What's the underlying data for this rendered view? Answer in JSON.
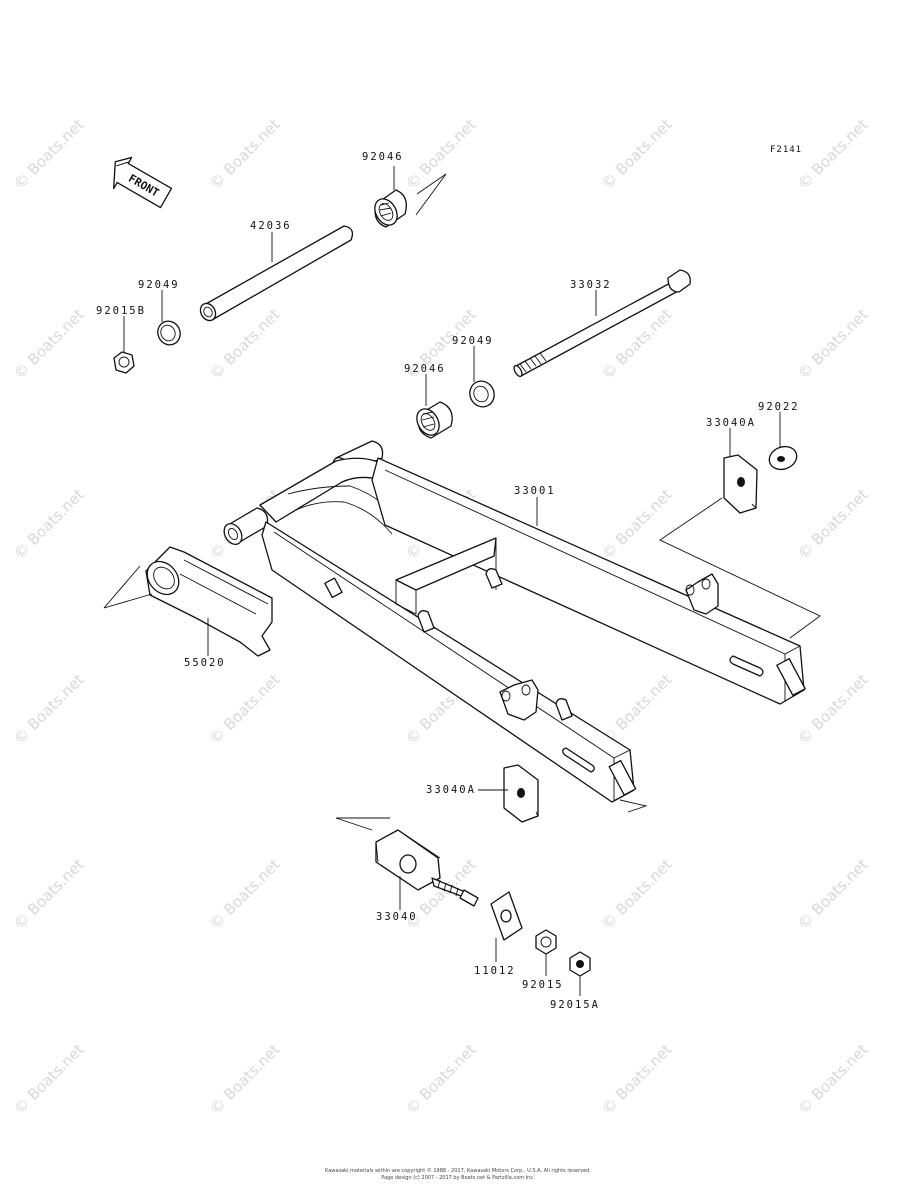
{
  "figure_code": "F2141",
  "front_arrow_label": "FRONT",
  "watermark_text": "© Boats.net",
  "copyright_lines": [
    "Kawasaki materials within are copyright © 1988 - 2017, Kawasaki Motors Corp., U.S.A.  All rights reserved.",
    "Page design (c) 2007 - 2017 by Boats.net & Partzilla.com Inc."
  ],
  "parts": {
    "p92046_top": "92046",
    "p42036": "42036",
    "p92049_left": "92049",
    "p92015B": "92015B",
    "p33032": "33032",
    "p92049_mid": "92049",
    "p92046_mid": "92046",
    "p92022": "92022",
    "p33040A_top": "33040A",
    "p33001": "33001",
    "p55020": "55020",
    "p33040A_bottom": "33040A",
    "p33040": "33040",
    "p11012": "11012",
    "p92015": "92015",
    "p92015A": "92015A"
  },
  "colors": {
    "line": "#111111",
    "watermark": "#d8d8d8",
    "background": "#ffffff"
  }
}
